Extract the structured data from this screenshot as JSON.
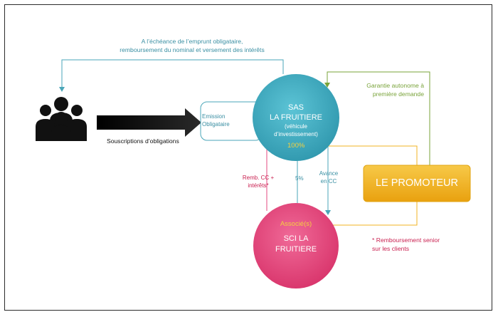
{
  "colors": {
    "teal": "#4aa6b8",
    "green": "#79a33a",
    "orange": "#f0b323",
    "pink": "#e64a82",
    "crimson": "#c91f4f",
    "dark": "#1a1a1a"
  },
  "top_note": {
    "line1": "A l’échéance de l’emprunt obligataire,",
    "line2": "remboursement du nominal et versement des intérêts"
  },
  "investors": {
    "icon": "people-group-icon",
    "caption": "Souscriptions d’obligations"
  },
  "emission": {
    "line1": "Emission",
    "line2": "Obligataire"
  },
  "sas": {
    "line1": "SAS",
    "line2": "LA FRUITIERE",
    "line3": "(véhicule",
    "line4": "d’investissement)",
    "pct": "100%"
  },
  "guarantee": {
    "line1": "Garantie autonome à",
    "line2": "première demande"
  },
  "promoteur": {
    "label": "LE PROMOTEUR"
  },
  "remb": {
    "line1": "Remb. CC +",
    "line2": "intérêts*"
  },
  "five_pct": "5%",
  "avance": {
    "line1": "Avance",
    "line2": "en CC"
  },
  "sci": {
    "associes": "Associé(s)",
    "line1": "SCI LA",
    "line2": "FRUITIERE"
  },
  "footnote": {
    "line1": "* Remboursement senior",
    "line2": "sur les clients"
  }
}
